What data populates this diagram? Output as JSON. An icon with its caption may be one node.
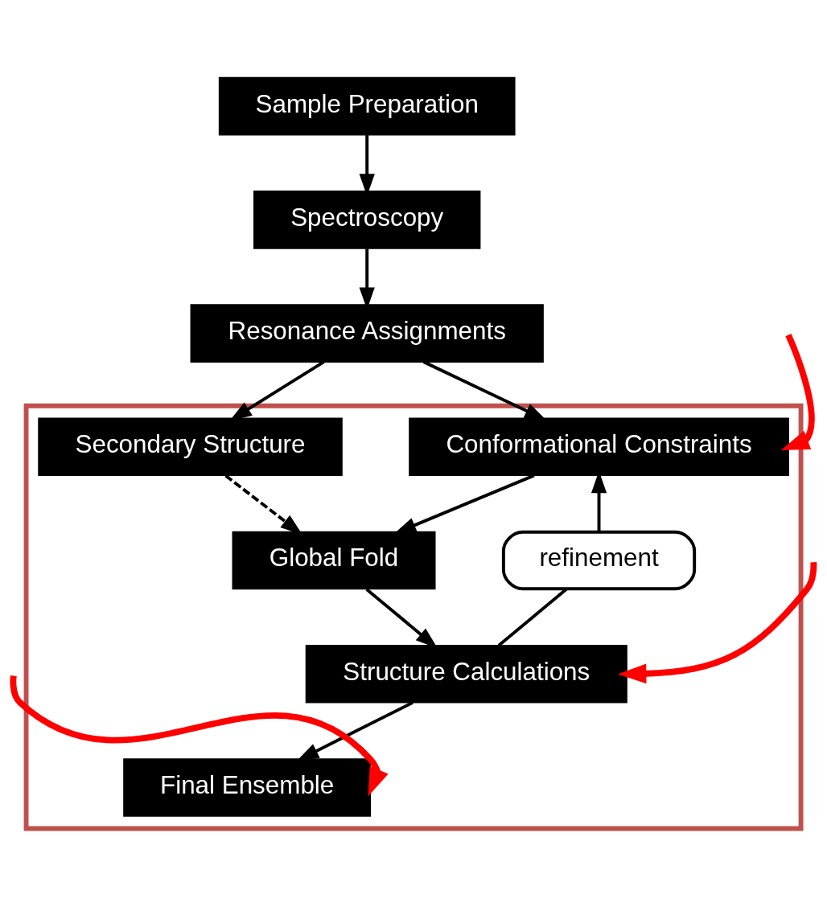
{
  "diagram": {
    "nodes": [
      {
        "text": [],
        "shape": "box"
      },
      {
        "text": [
          "Sample Preparation"
        ]
      },
      {
        "text": [
          "Spectroscopy"
        ]
      },
      {
        "text": [
          "Resonance Assignments"
        ]
      },
      {
        "text": [
          "Secondary Structure"
        ],
        "in": 0
      },
      {
        "text": [
          "Conformational Constraints"
        ],
        "in": 0
      },
      {
        "text": [
          "Global Fold"
        ],
        "in": 0
      },
      {
        "text": [
          "refinement"
        ],
        "in": 0
      },
      {
        "text": [
          "Structure Calculations"
        ],
        "in": 0
      },
      {
        "text": [
          "Final Ensemble"
        ],
        "in": 0
      }
    ],
    "edges": [
      {
        "from": 1,
        "to": 2,
        "arrow": "to"
      },
      {
        "from": 2,
        "to": 3,
        "arrow": "to"
      },
      {
        "from": 3,
        "to": 4,
        "arrow": "to"
      },
      {
        "from": 3,
        "to": 5,
        "arrow": "to"
      },
      {
        "from": 4,
        "to": 6,
        "arrow": "to",
        "style": "dashed"
      },
      {
        "from": 5,
        "to": 6,
        "arrow": "to"
      },
      {
        "from": 6,
        "to": 8,
        "arrow": "to"
      },
      {
        "from": 8,
        "to": 7,
        "arrow": "none"
      },
      {
        "from": 7,
        "to": 5,
        "arrow": "to"
      },
      {
        "from": 8,
        "to": 9,
        "arrow": "to"
      },
      {
        "from": null,
        "to": 5,
        "arrow": "to",
        "style": "thick",
        "color": "#ff0000"
      },
      {
        "from": null,
        "to": 8,
        "arrow": "to",
        "style": "thick",
        "color": "#ff0000"
      },
      {
        "from": null,
        "to": 9,
        "arrow": "to",
        "style": "thick",
        "color": "#ff0000"
      }
    ]
  }
}
